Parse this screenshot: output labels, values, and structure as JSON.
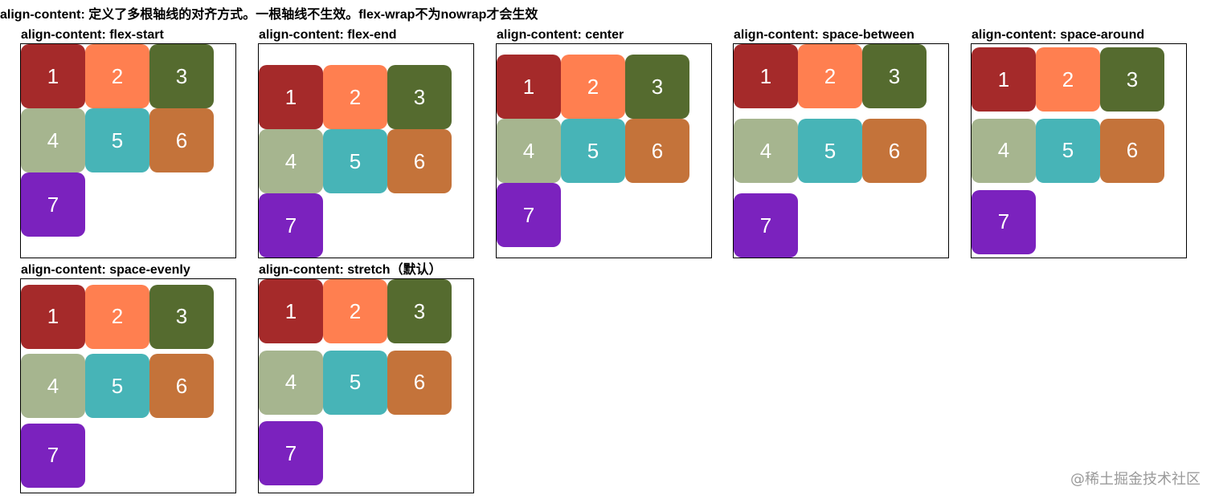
{
  "page_title": "align-content: 定义了多根轴线的对齐方式。一根轴线不生效。flex-wrap不为nowrap才会生效",
  "items": [
    {
      "label": "1",
      "color": "#A52A2A"
    },
    {
      "label": "2",
      "color": "#FF7F50"
    },
    {
      "label": "3",
      "color": "#556B2F"
    },
    {
      "label": "4",
      "color": "#A6B58F"
    },
    {
      "label": "5",
      "color": "#47B4B7"
    },
    {
      "label": "6",
      "color": "#C4733A"
    },
    {
      "label": "7",
      "color": "#7B22BE"
    }
  ],
  "demos": [
    {
      "label": "align-content: flex-start",
      "align_content": "flex-start"
    },
    {
      "label": "align-content: flex-end",
      "align_content": "flex-end"
    },
    {
      "label": "align-content: center",
      "align_content": "center"
    },
    {
      "label": "align-content: space-between",
      "align_content": "space-between"
    },
    {
      "label": "align-content: space-around",
      "align_content": "space-around"
    },
    {
      "label": "align-content: space-evenly",
      "align_content": "space-evenly"
    },
    {
      "label": "align-content: stretch（默认）",
      "align_content": "stretch"
    }
  ],
  "watermark": "@稀土掘金技术社区"
}
